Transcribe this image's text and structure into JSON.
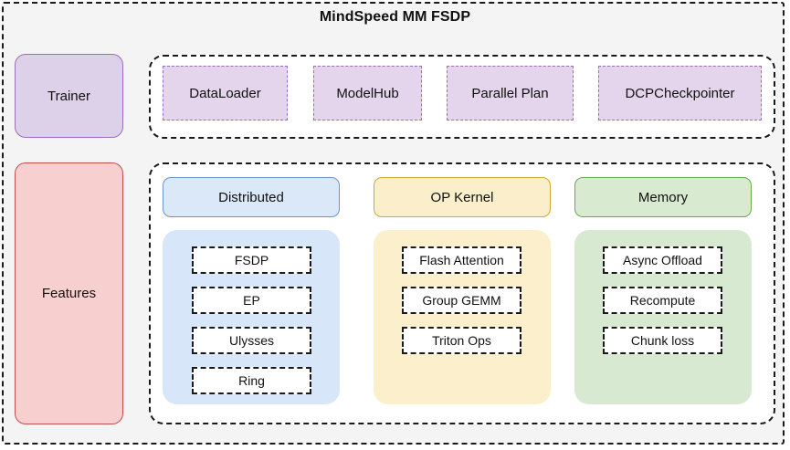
{
  "title": "MindSpeed MM FSDP",
  "rows": {
    "trainer": {
      "label": "Trainer",
      "components": [
        {
          "label": "DataLoader"
        },
        {
          "label": "ModelHub"
        },
        {
          "label": "Parallel Plan"
        },
        {
          "label": "DCPCheckpointer"
        }
      ]
    },
    "features": {
      "label": "Features",
      "columns": [
        {
          "header": "Distributed",
          "items": [
            {
              "label": "FSDP"
            },
            {
              "label": "EP"
            },
            {
              "label": "Ulysses"
            },
            {
              "label": "Ring"
            }
          ]
        },
        {
          "header": "OP Kernel",
          "items": [
            {
              "label": "Flash Attention"
            },
            {
              "label": "Group GEMM"
            },
            {
              "label": "Triton Ops"
            }
          ]
        },
        {
          "header": "Memory",
          "items": [
            {
              "label": "Async Offload"
            },
            {
              "label": "Recompute"
            },
            {
              "label": "Chunk loss"
            }
          ]
        }
      ]
    }
  },
  "colors": {
    "background": "#f4f4f4",
    "frame_border": "#1a1a1a",
    "trainer_fill": "#ddd0e9",
    "trainer_border": "#9a6fb5",
    "features_fill": "#f8cfcf",
    "features_border": "#c0504d",
    "component_fill": "#e4d5ec",
    "component_border": "#9a6fb5",
    "distributed_fill": "#dbe8f8",
    "distributed_border": "#6f94c9",
    "distributed_panel": "#d7e6f8",
    "opkernel_fill": "#fbeeca",
    "opkernel_border": "#d2a82f",
    "opkernel_panel": "#fcefcc",
    "memory_fill": "#d8ead0",
    "memory_border": "#6aa84f",
    "memory_panel": "#d7e9d0",
    "chip_fill": "#ffffff",
    "chip_border": "#1a1a1a"
  }
}
